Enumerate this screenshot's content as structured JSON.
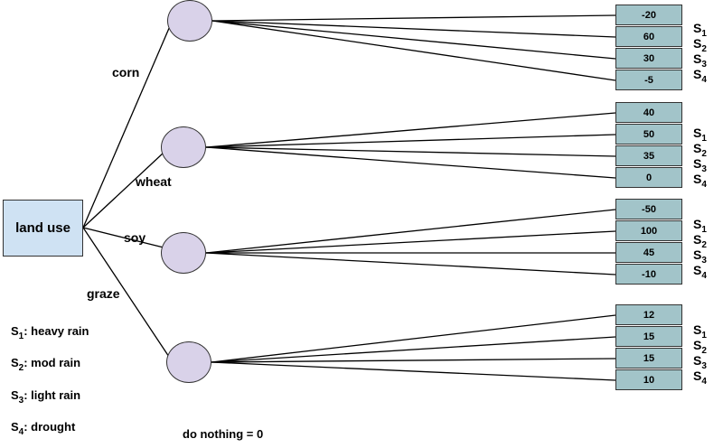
{
  "root": {
    "label": "land use"
  },
  "branches": [
    {
      "label": "corn",
      "outcomes": [
        {
          "state": "S",
          "index": "1",
          "value": "-20"
        },
        {
          "state": "S",
          "index": "2",
          "value": "60"
        },
        {
          "state": "S",
          "index": "3",
          "value": "30"
        },
        {
          "state": "S",
          "index": "4",
          "value": "-5"
        }
      ]
    },
    {
      "label": "wheat",
      "outcomes": [
        {
          "state": "S",
          "index": "1",
          "value": "40"
        },
        {
          "state": "S",
          "index": "2",
          "value": "50"
        },
        {
          "state": "S",
          "index": "3",
          "value": "35"
        },
        {
          "state": "S",
          "index": "4",
          "value": "0"
        }
      ]
    },
    {
      "label": "soy",
      "outcomes": [
        {
          "state": "S",
          "index": "1",
          "value": "-50"
        },
        {
          "state": "S",
          "index": "2",
          "value": "100"
        },
        {
          "state": "S",
          "index": "3",
          "value": "45"
        },
        {
          "state": "S",
          "index": "4",
          "value": "-10"
        }
      ]
    },
    {
      "label": "graze",
      "outcomes": [
        {
          "state": "S",
          "index": "1",
          "value": "12"
        },
        {
          "state": "S",
          "index": "2",
          "value": "15"
        },
        {
          "state": "S",
          "index": "3",
          "value": "15"
        },
        {
          "state": "S",
          "index": "4",
          "value": "10"
        }
      ]
    }
  ],
  "legend": [
    {
      "symbol": "S",
      "index": "1",
      "text": ": heavy rain"
    },
    {
      "symbol": "S",
      "index": "2",
      "text": ": mod rain"
    },
    {
      "symbol": "S",
      "index": "3",
      "text": ": light rain"
    },
    {
      "symbol": "S",
      "index": "4",
      "text": ": drought"
    }
  ],
  "note": "do nothing = 0",
  "colors": {
    "root_fill": "#cfe2f3",
    "chance_fill": "#d9d2e9",
    "payoff_fill": "#a2c4c9",
    "line": "#000000"
  }
}
